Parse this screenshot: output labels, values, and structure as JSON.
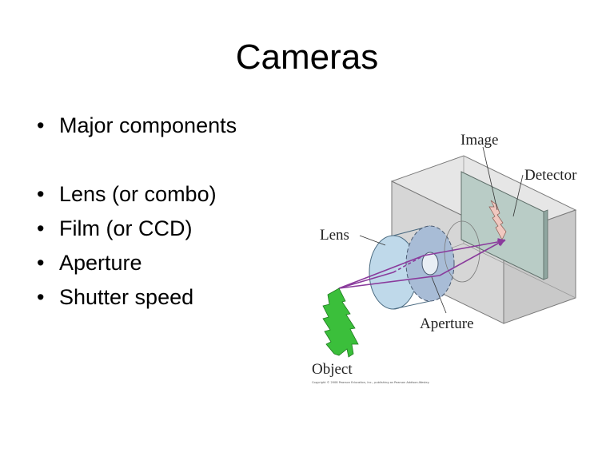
{
  "slide": {
    "title": "Cameras",
    "bullets": [
      "Major components",
      "Lens (or combo)",
      "Film (or CCD)",
      "Aperture",
      "Shutter speed"
    ],
    "bullet_marker": "•"
  },
  "diagram": {
    "labels": {
      "image": "Image",
      "detector": "Detector",
      "lens": "Lens",
      "aperture": "Aperture",
      "object": "Object"
    },
    "copyright": "Copyright © 2008 Pearson Education, Inc., publishing as Pearson Addison-Wesley.",
    "colors": {
      "box_fill": "#dcdcdc",
      "box_stroke": "#7a7a7a",
      "detector_fill": "#b9ccc6",
      "lens_fill": "#bfd9ea",
      "aperture_fill": "#a8bcd6",
      "ray": "#8a3b9c",
      "tree": "#3bbf3b",
      "image_tree": "#f0c8c0"
    }
  }
}
